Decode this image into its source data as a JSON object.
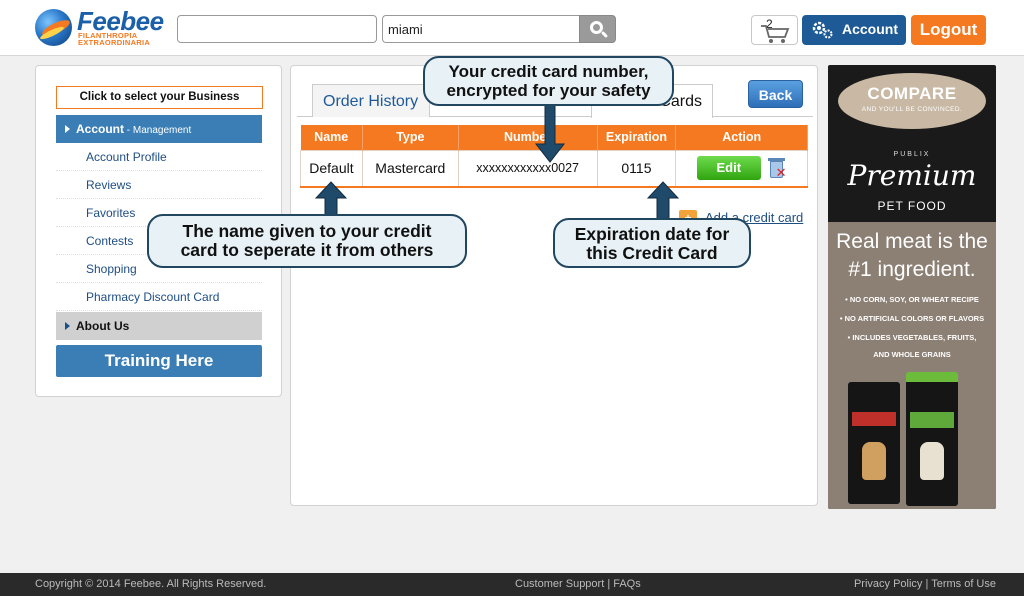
{
  "header": {
    "logo": {
      "name": "Feebee",
      "line1": "FILANTHROPIA",
      "line2": "EXTRAORDINARIA"
    },
    "search_business_value": "",
    "search_location_value": "miami",
    "cart_count": "2",
    "account_label": "Account",
    "logout_label": "Logout"
  },
  "sidebar": {
    "business_select": "Click to select your Business",
    "account_head": "Account",
    "account_sub": " - Management",
    "items": [
      "Account Profile",
      "Reviews",
      "Favorites",
      "Contests",
      "Shopping",
      "Pharmacy Discount Card"
    ],
    "about_head": "About Us",
    "training": "Training Here"
  },
  "main": {
    "tabs": [
      {
        "label": "Order History",
        "active": false
      },
      {
        "label": "Credit Cards",
        "active": true
      }
    ],
    "back_label": "Back",
    "table": {
      "headers": [
        "Name",
        "Type",
        "Number",
        "Expiration",
        "Action"
      ],
      "rows": [
        {
          "name": "Default",
          "type": "Mastercard",
          "number": "xxxxxxxxxxxx0027",
          "expiration": "0115",
          "edit": "Edit"
        }
      ]
    },
    "add_card": "Add a credit card"
  },
  "callouts": {
    "number_l1": "Your credit card number,",
    "number_l2": "encrypted for your safety",
    "name_l1": "The name given to your credit",
    "name_l2": "card to seperate it from others",
    "exp_l1": "Expiration date for",
    "exp_l2": "this Credit Card"
  },
  "ad": {
    "compare": "COMPARE",
    "compare_sub": "AND YOU'LL BE CONVINCED.",
    "publix": "PUBLIX",
    "premium": "Premium",
    "pet_food": "PET FOOD",
    "headline_l1": "Real meat is the",
    "headline_l2": "#1 ingredient.",
    "bullets": [
      "• NO CORN, SOY, OR WHEAT RECIPE",
      "• NO ARTIFICIAL COLORS OR FLAVORS",
      "• INCLUDES VEGETABLES, FRUITS,",
      "AND WHOLE GRAINS"
    ]
  },
  "footer": {
    "copyright": "Copyright © 2014 Feebee. All Rights Reserved.",
    "support": "Customer Support | FAQs",
    "policies": "Privacy Policy | Terms of Use"
  },
  "colors": {
    "orange": "#f47920",
    "blue": "#1d5a96",
    "menu_blue": "#3a7eb5"
  }
}
